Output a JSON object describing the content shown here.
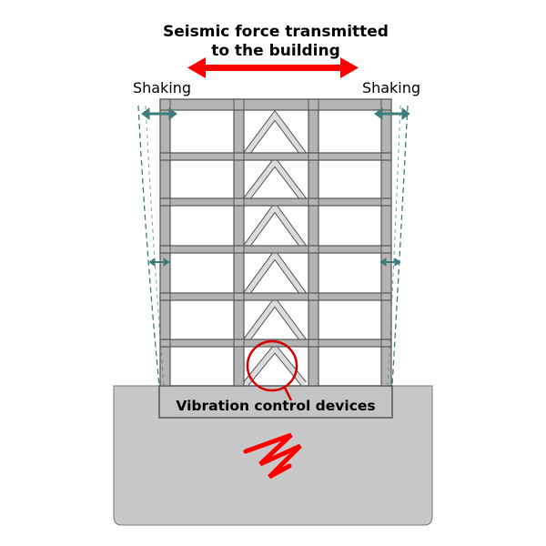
{
  "title": {
    "line1": "Seismic force transmitted",
    "line2": "to the building"
  },
  "labels": {
    "shaking_left": "Shaking",
    "shaking_right": "Shaking",
    "devices": "Vibration control devices"
  },
  "colors": {
    "force_arrow": "#ff0000",
    "frame_fill": "#b4b4b4",
    "frame_stroke": "#555555",
    "ground_fill": "#c8c8c8",
    "device_circle": "#d40000",
    "shaking_arrow": "#3e7d7d",
    "brace_fill": "#dcdcdc"
  },
  "icons": [
    "double-arrow-icon",
    "seismic-zigzag-icon",
    "shaking-arrow-icon"
  ]
}
